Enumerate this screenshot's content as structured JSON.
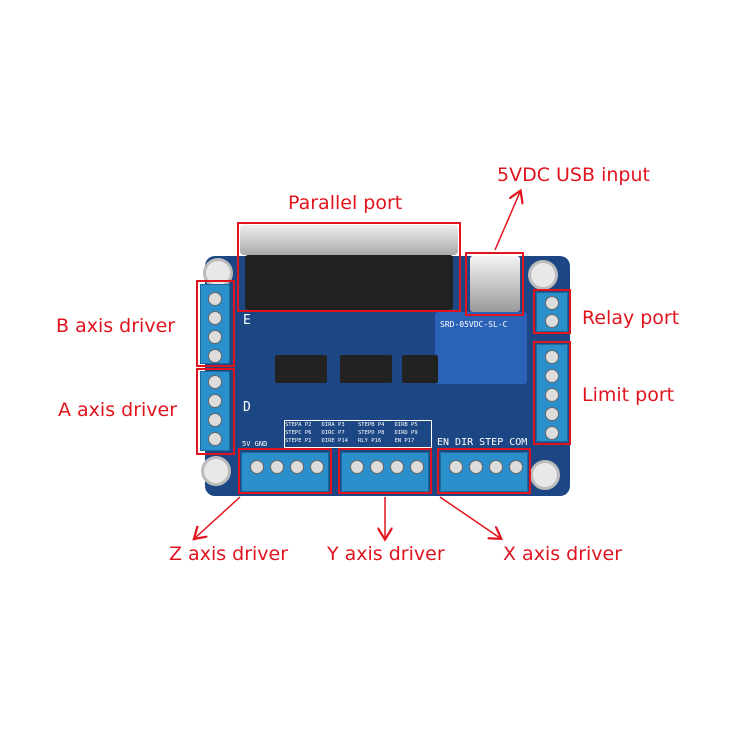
{
  "labels": {
    "parallel_port": "Parallel port",
    "usb_input": "5VDC USB input",
    "relay_port": "Relay port",
    "limit_port": "Limit port",
    "b_axis": "B axis driver",
    "a_axis": "A axis driver",
    "z_axis": "Z axis driver",
    "y_axis": "Y axis driver",
    "x_axis": "X axis driver"
  },
  "silkscreen": {
    "x_pins": "EN DIR STEP COM",
    "power": "5V GND",
    "pins": [
      "STEPA P2",
      "STEPC P6",
      "STEPE P1",
      "DIRA P3",
      "DIRC P7",
      "DIRE P14",
      "STEPB P4",
      "STEPD P8",
      "RLY P16",
      "DIRB P5",
      "DIRD P9",
      "EN P17"
    ],
    "relay": "SRD-05VDC-SL-C",
    "section_e": "E",
    "section_d": "D"
  },
  "colors": {
    "annotation": "#e0141e",
    "board": "#1d4784",
    "terminal": "#2b8fcb"
  }
}
